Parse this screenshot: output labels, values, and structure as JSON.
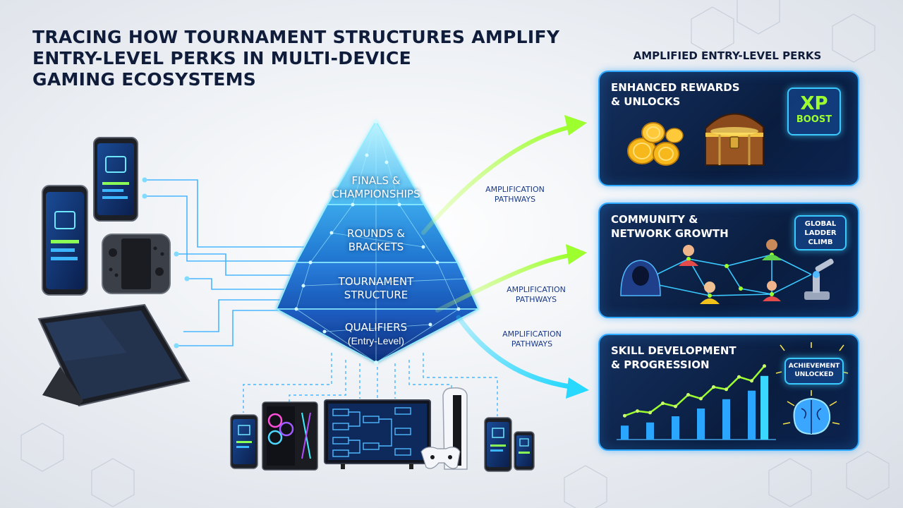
{
  "title": {
    "line1": "TRACING HOW TOURNAMENT STRUCTURES AMPLIFY",
    "line2": "ENTRY-LEVEL PERKS IN MULTI-DEVICE",
    "line3": "GAMING ECOSYSTEMS"
  },
  "pyramid": {
    "tiers": [
      {
        "line1": "FINALS &",
        "line2": "CHAMPIONSHIPS"
      },
      {
        "line1": "ROUNDS &",
        "line2": "BRACKETS"
      },
      {
        "line1": "TOURNAMENT",
        "line2": "STRUCTURE"
      },
      {
        "line1": "QUALIFIERS",
        "line2": "(Entry-Level)"
      }
    ]
  },
  "pathways": [
    {
      "line1": "AMPLIFICATION",
      "line2": "PATHWAYS"
    },
    {
      "line1": "AMPLIFICATION",
      "line2": "PATHWAYS"
    },
    {
      "line1": "AMPLIFICATION",
      "line2": "PATHWAYS"
    }
  ],
  "perks": {
    "heading": "AMPLIFIED ENTRY-LEVEL PERKS",
    "rewards": {
      "line1": "ENHANCED REWARDS",
      "line2": "& UNLOCKS",
      "badge_line1": "XP",
      "badge_line2": "BOOST"
    },
    "community": {
      "line1": "COMMUNITY &",
      "line2": "NETWORK GROWTH",
      "badge_line1": "GLOBAL",
      "badge_line2": "LADDER",
      "badge_line3": "CLIMB"
    },
    "skill": {
      "line1": "SKILL DEVELOPMENT",
      "line2": "& PROGRESSION",
      "badge_line1": "ACHIEVEMENT",
      "badge_line2": "UNLOCKED",
      "bar_levels": [
        0.18,
        0.24,
        0.22,
        0.34,
        0.3,
        0.45,
        0.4,
        0.55,
        0.52,
        0.68,
        0.63,
        0.82
      ]
    }
  },
  "icons": {
    "devices_left": [
      "phone-icon",
      "phone-icon",
      "handheld-console-icon",
      "tablet-icon"
    ],
    "devices_bottom": [
      "phone-icon",
      "gaming-pc-icon",
      "tv-bracket-icon",
      "game-console-icon",
      "phone-icon",
      "phone-icon"
    ],
    "rewards": [
      "coins-icon",
      "treasure-chest-icon"
    ],
    "community": [
      "hooded-player-icon",
      "player-avatar-icon",
      "player-avatar-icon",
      "player-avatar-icon",
      "player-avatar-icon",
      "robot-arm-icon"
    ],
    "skill": [
      "bar-chart-icon",
      "brain-icon"
    ]
  },
  "colors": {
    "accent_blue": "#2fa8ff",
    "neon_green": "#a6ff3a",
    "cyan_arrow": "#27d8ff",
    "panel_dark": "#0c2450",
    "pyramid_blue": "#1b63c9"
  }
}
